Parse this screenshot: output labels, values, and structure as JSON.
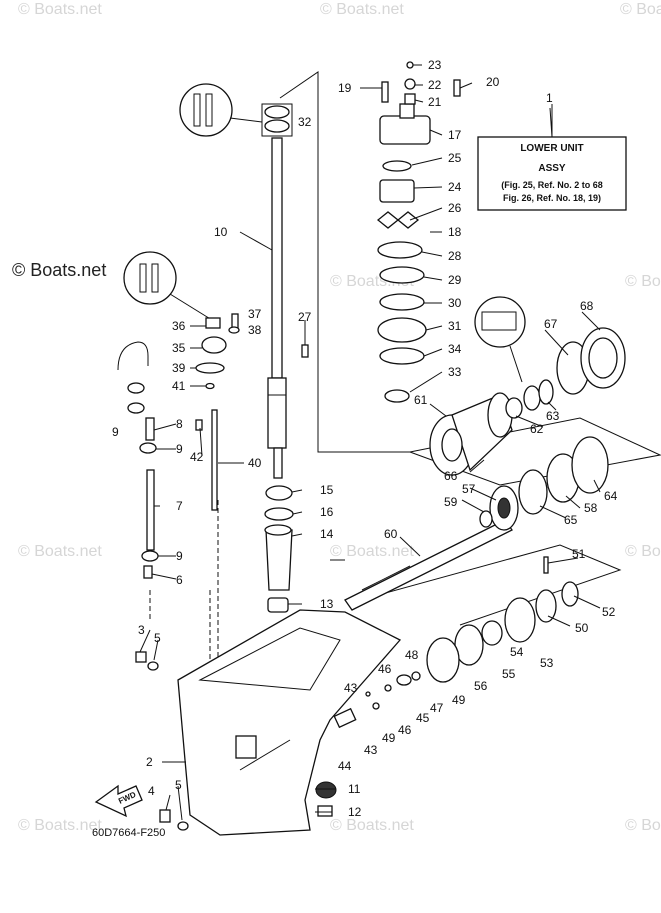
{
  "watermark": "© Boats.net",
  "watermark_main": "© Boats.net",
  "diagram_code": "60D7664-F250",
  "fwd_label": "FWD",
  "info_box": {
    "title": "LOWER UNIT",
    "subtitle": "ASSY",
    "ref1": "(Fig. 25, Ref. No. 2 to 68",
    "ref2": "Fig. 26, Ref. No. 18, 19)"
  },
  "callouts": {
    "c1": "1",
    "c2": "2",
    "c3": "3",
    "c4": "4",
    "c5a": "5",
    "c5b": "5",
    "c6": "6",
    "c7": "7",
    "c8": "8",
    "c9a": "9",
    "c9b": "9",
    "c9c": "9",
    "c10": "10",
    "c11": "11",
    "c12": "12",
    "c13": "13",
    "c14": "14",
    "c15": "15",
    "c16": "16",
    "c17": "17",
    "c18": "18",
    "c19": "19",
    "c20": "20",
    "c21": "21",
    "c22": "22",
    "c23": "23",
    "c24": "24",
    "c25": "25",
    "c26": "26",
    "c27": "27",
    "c28": "28",
    "c29": "29",
    "c30": "30",
    "c31": "31",
    "c32": "32",
    "c33": "33",
    "c34": "34",
    "c35": "35",
    "c36": "36",
    "c37": "37",
    "c38": "38",
    "c39": "39",
    "c40": "40",
    "c41": "41",
    "c42": "42",
    "c43a": "43",
    "c43b": "43",
    "c44": "44",
    "c45": "45",
    "c46": "46",
    "c47": "47",
    "c48": "48",
    "c49a": "49",
    "c49b": "49",
    "c50": "50",
    "c51": "51",
    "c52": "52",
    "c53": "53",
    "c54": "54",
    "c55": "55",
    "c56": "56",
    "c57": "57",
    "c58": "58",
    "c59": "59",
    "c60": "60",
    "c61": "61",
    "c62": "62",
    "c63": "63",
    "c64": "64",
    "c65": "65",
    "c66": "66",
    "c67": "67",
    "c68": "68"
  }
}
